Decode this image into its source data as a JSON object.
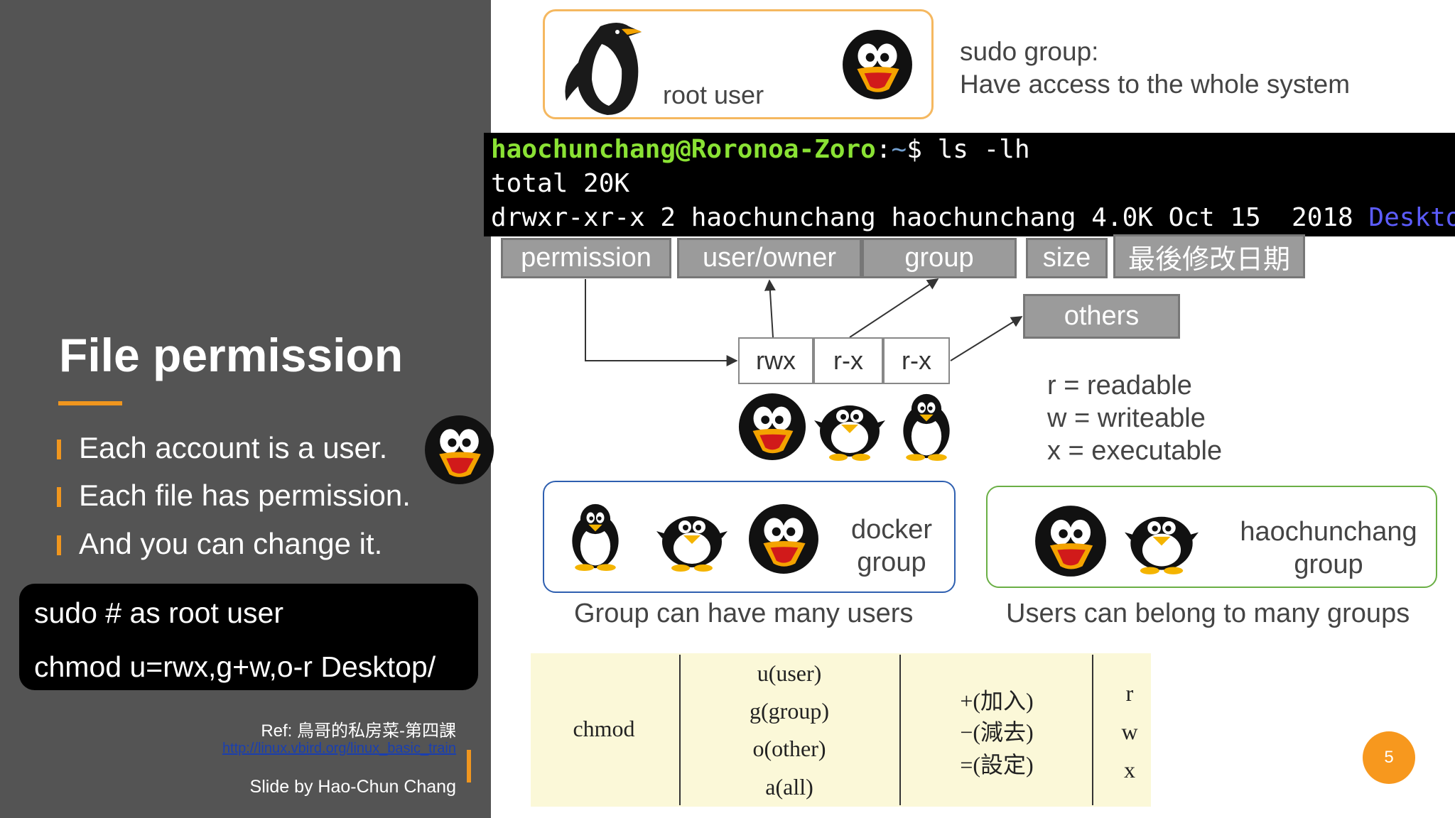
{
  "left": {
    "title": "File permission",
    "bullets": [
      "Each account is a user.",
      "Each file has permission.",
      "And you can change it."
    ],
    "commands": [
      "sudo # as root user",
      "chmod u=rwx,g+w,o-r Desktop/"
    ],
    "ref": "Ref: 鳥哥的私房菜-第四課",
    "ref_link": "http://linux.vbird.org/linux_basic_train",
    "credit": "Slide by Hao-Chun Chang"
  },
  "root_box": {
    "label": "root user"
  },
  "sudo": {
    "title": "sudo group:",
    "desc": "Have access to the whole system"
  },
  "terminal": {
    "prompt_user": "haochunchang@Roronoa-Zoro",
    "prompt_colon": ":",
    "prompt_path": "~",
    "prompt_cmd": "$ ls -lh",
    "line2": "total 20K",
    "line3": "drwxr-xr-x 2 haochunchang haochunchang 4.0K Oct 15  2018 ",
    "line3_dir": "Desktop",
    "line3_tail": "/"
  },
  "columns": [
    "permission",
    "user/owner",
    "group",
    "size",
    "最後修改日期"
  ],
  "others_label": "others",
  "perms": [
    "rwx",
    "r-x",
    "r-x"
  ],
  "legend": [
    "r = readable",
    "w = writeable",
    "x = executable"
  ],
  "docker": {
    "line1": "docker",
    "line2": "group"
  },
  "hao": {
    "line1": "haochunchang",
    "line2": "group"
  },
  "captions": {
    "group": "Group can have many users",
    "users": "Users can belong to many groups"
  },
  "table": {
    "cmd": "chmod",
    "who": [
      "u(user)",
      "g(group)",
      "o(other)",
      "a(all)"
    ],
    "ops": [
      "+(加入)",
      "−(減去)",
      "=(設定)"
    ],
    "perm": [
      "r",
      "w",
      "x"
    ]
  },
  "page_number": "5",
  "colors": {
    "accent": "#f0961e",
    "panel": "#545454",
    "docker_border": "#2e5fb0",
    "hao_border": "#6aaf45",
    "root_border": "#f5b860"
  }
}
